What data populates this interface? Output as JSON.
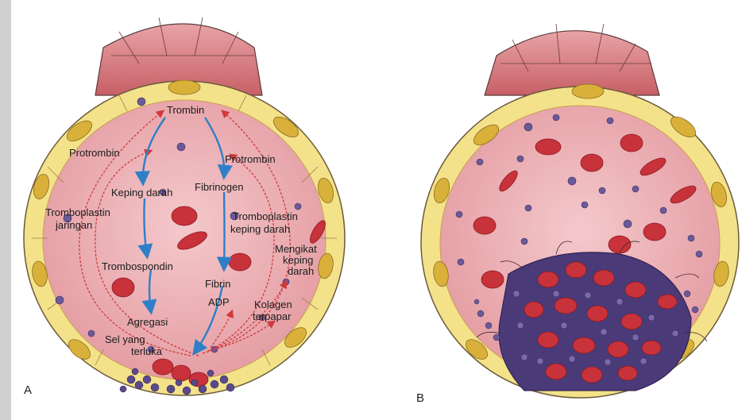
{
  "colors": {
    "vessel_wall_outer": "#c9676e",
    "vessel_wall_inner": "#e7a0a3",
    "endothelium": "#f3e28a",
    "nucleus": "#d9b13a",
    "lumen": "#edb7bc",
    "rbc": "#c8323a",
    "platelet": "#5b4a8a",
    "cascade_arrow_red": "#d03a3a",
    "cascade_arrow_blue": "#3a8fd6"
  },
  "panel_a": {
    "letter": "A",
    "labels": {
      "trombin": "Trombin",
      "protrombin_left": "Protrombin",
      "protrombin_right": "Protrombin",
      "keping_darah": "Keping darah",
      "fibrinogen": "Fibrinogen",
      "tromboplastin_jaringan": [
        "Tromboplastin",
        "jaringan"
      ],
      "tromboplastin_keping_darah": [
        "Tromboplastin",
        "keping darah"
      ],
      "mengikat_keping_darah": [
        "Mengikat",
        "keping",
        "darah"
      ],
      "trombospondin": "Trombospondin",
      "fibrin": "Fibrin",
      "adp": "ADP",
      "kolagen_terpapar": [
        "Kolagen",
        "terpapar"
      ],
      "agregasi": "Agregasi",
      "sel_yang_terluka": [
        "Sel yang",
        "terluka"
      ]
    }
  },
  "panel_b": {
    "letter": "B"
  }
}
